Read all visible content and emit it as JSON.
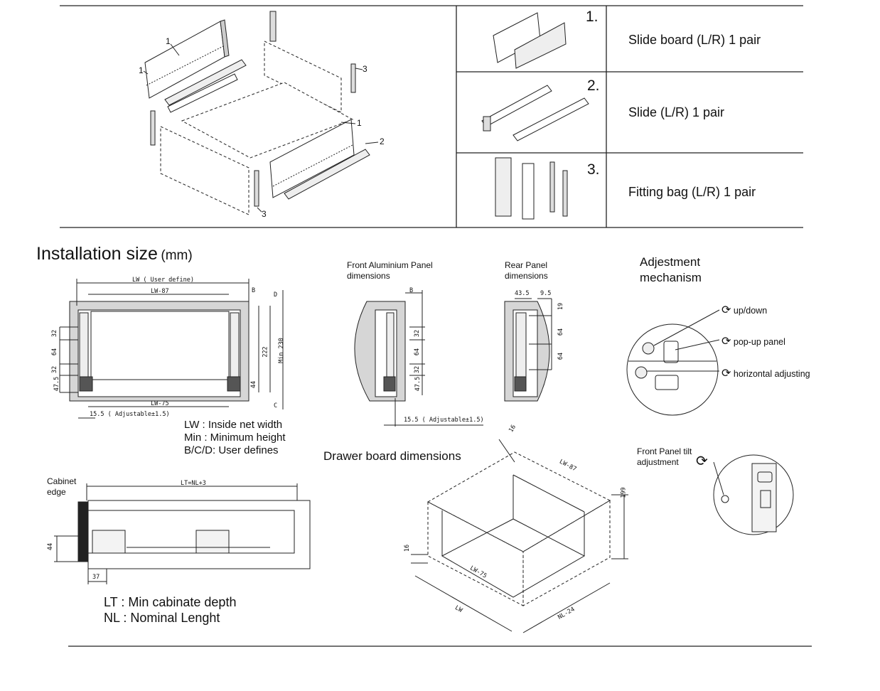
{
  "parts_table": {
    "rows": [
      {
        "number": "1.",
        "label": "Slide board (L/R) 1 pair"
      },
      {
        "number": "2.",
        "label": "Slide (L/R) 1 pair"
      },
      {
        "number": "3.",
        "label": "Fitting bag (L/R) 1 pair"
      }
    ]
  },
  "exploded_view": {
    "callouts": [
      "1",
      "1",
      "3",
      "1",
      "2",
      "3"
    ]
  },
  "installation": {
    "title": "Installation size",
    "unit": "(mm)"
  },
  "front_view": {
    "dims": {
      "lw": "LW ( User define)",
      "lw87": "LW-87",
      "lw75": "LW-75",
      "adjustable": "15.5 ( Adjustable±1.5)",
      "b": "B",
      "c": "C",
      "d": "D",
      "h222": "222",
      "min230": "Min 230",
      "d32a": "32",
      "d64": "64",
      "d32b": "32",
      "d47": "47.5",
      "d44": "44"
    },
    "legend": [
      "LW : Inside net width",
      "Min : Minimum height",
      "B/C/D: User defines"
    ]
  },
  "front_panel": {
    "caption_line1": "Front Aluminium Panel",
    "caption_line2": "dimensions",
    "dims": {
      "b": "B",
      "d32a": "32",
      "d64": "64",
      "d32b": "32",
      "d47": "47.5",
      "adjustable": "15.5 ( Adjustable±1.5)"
    }
  },
  "rear_panel": {
    "caption_line1": "Rear Panel",
    "caption_line2": "dimensions",
    "dims": {
      "d435": "43.5",
      "d95": "9.5",
      "d19": "19",
      "d64a": "64",
      "d64b": "64"
    }
  },
  "mechanism": {
    "title_line1": "Adjestment",
    "title_line2": "mechanism",
    "items": [
      "up/down",
      "pop-up panel",
      "horizontal adjusting"
    ],
    "tilt_line1": "Front Panel tilt",
    "tilt_line2": "adjustment"
  },
  "side_view": {
    "cabinet_line1": "Cabinet",
    "cabinet_line2": "edge",
    "lt_label": "LT=NL+3",
    "d44": "44",
    "d37": "37",
    "legend": [
      "LT : Min cabinate depth",
      "NL : Nominal Lenght"
    ]
  },
  "drawer_board": {
    "title": "Drawer board dimensions",
    "dims": {
      "d16a": "16",
      "lw87": "LW-87",
      "d199": "199",
      "d16b": "16",
      "lw75": "LW-75",
      "lw": "LW",
      "nl24": "NL-24"
    }
  }
}
